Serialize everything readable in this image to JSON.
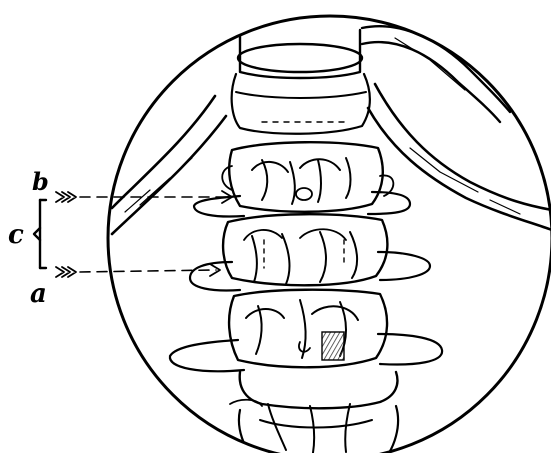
{
  "labels": {
    "upper": "b",
    "middle": "c",
    "lower": "a"
  },
  "colors": {
    "ink": "#000000",
    "paper": "#ffffff",
    "hatch": "#3a3a3a"
  }
}
